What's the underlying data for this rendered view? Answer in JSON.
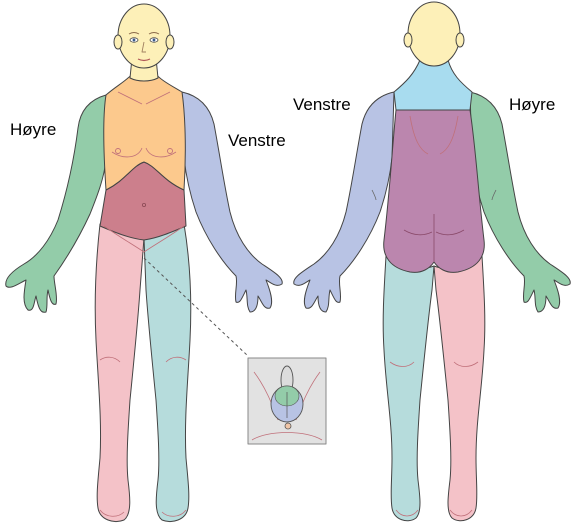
{
  "labels": {
    "front_right": "Høyre",
    "front_left": "Venstre",
    "back_left": "Venstre",
    "back_right": "Høyre"
  },
  "colors": {
    "skin": "#fbeeb7",
    "head": "#fdf0b8",
    "chest": "#fcc98d",
    "abdomen": "#cc7f8c",
    "right_arm_front": "#93cca9",
    "left_arm_front": "#b8c3e4",
    "right_leg_front": "#f4c2c8",
    "left_leg_front": "#b6dcdc",
    "neck_back": "#a8dcef",
    "back_torso": "#bb86ae",
    "outline": "#444444",
    "contour": "#c0707a",
    "inset_bg": "#e2e2e2"
  }
}
